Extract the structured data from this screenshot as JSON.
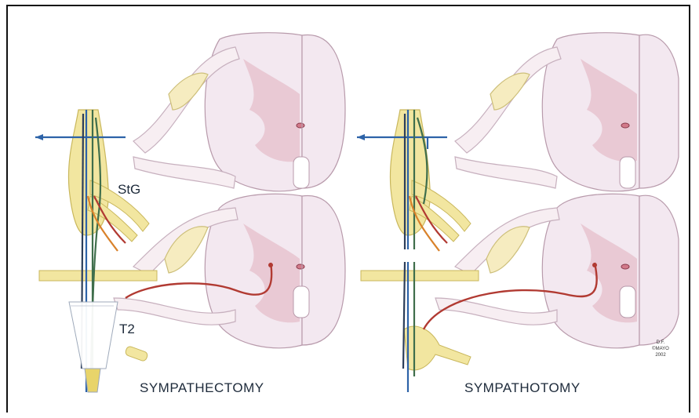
{
  "panels": [
    {
      "id": "left",
      "caption": "SYMPATHECTOMY",
      "labels": [
        "StG",
        "T2"
      ]
    },
    {
      "id": "right",
      "caption": "SYMPATHOTOMY",
      "labels": []
    }
  ],
  "copyright": {
    "line1": "D.F.",
    "line2": "©MAYO",
    "line3": "2002"
  },
  "colors": {
    "spinal_cord": "#f3e8f0",
    "gray_matter": "#e6c3cf",
    "nerve_outline": "#d8c6d2",
    "ganglion": "#f2e6a0",
    "chain": "#e8d46a",
    "blue_fiber": "#2d63a8",
    "green_fiber": "#3f6e4c",
    "red_fiber": "#b13a32",
    "orange_fiber": "#d9822b"
  }
}
